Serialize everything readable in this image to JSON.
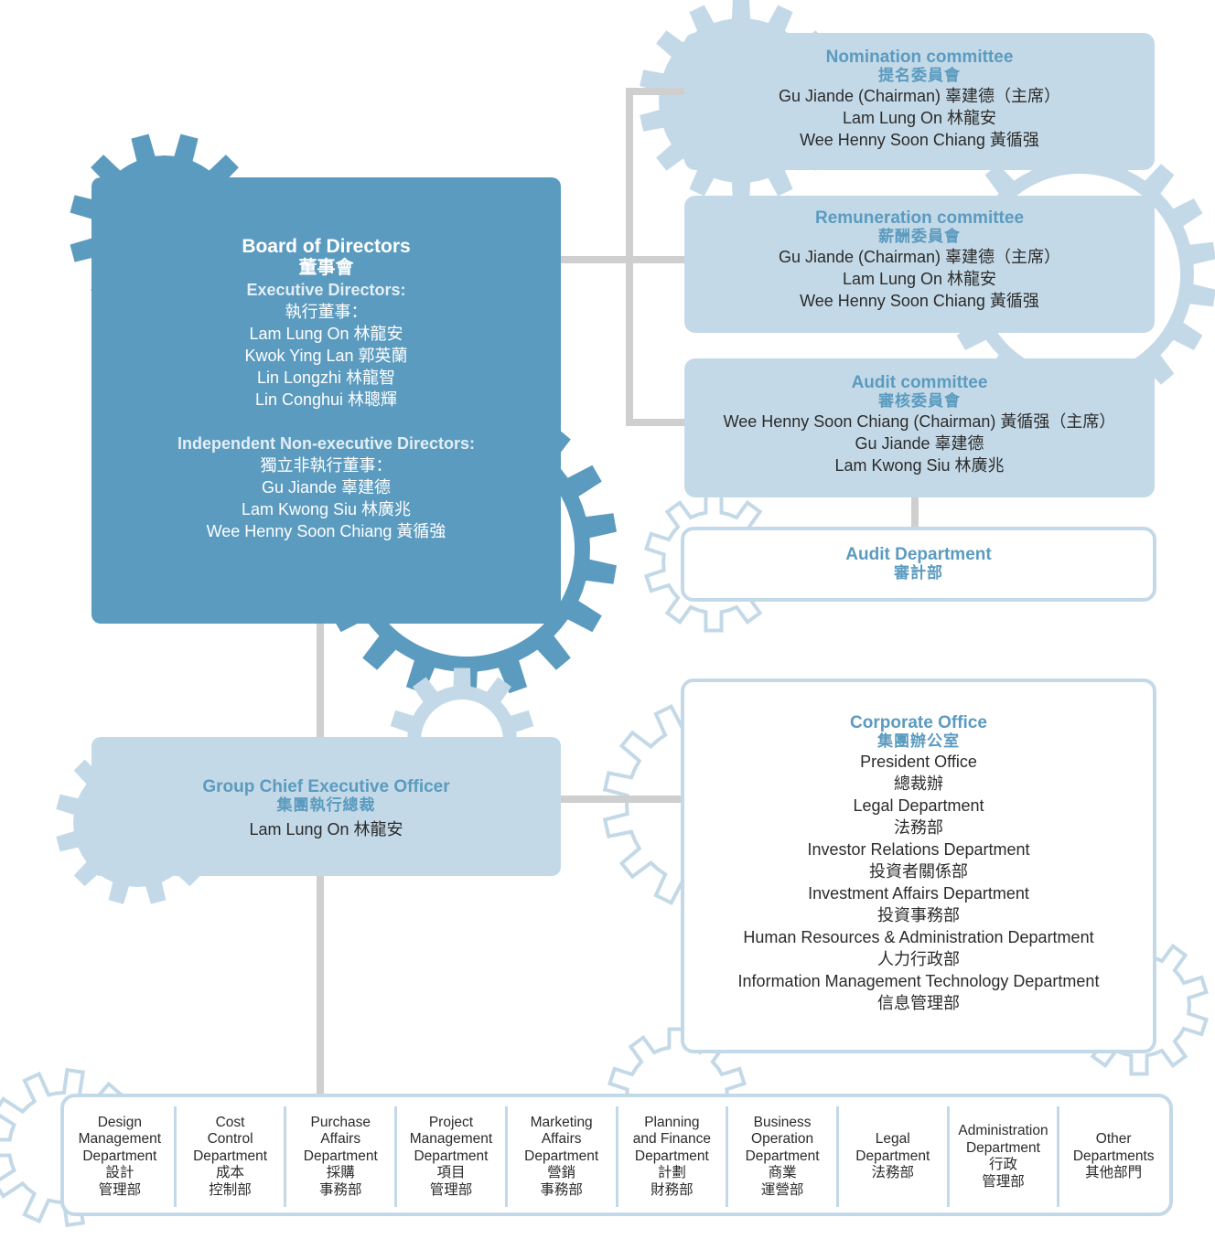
{
  "colors": {
    "dark_blue": "#5b9bbf",
    "light_blue": "#c4d9e7",
    "connector": "#cfcfcf"
  },
  "board": {
    "title": "Board of Directors",
    "title_zh": "董事會",
    "exec_heading": "Executive Directors:",
    "exec_heading_zh": "執行董事：",
    "exec_members": [
      "Lam Lung On 林龍安",
      "Kwok Ying Lan 郭英蘭",
      "Lin Longzhi 林龍智",
      "Lin Conghui 林聰輝"
    ],
    "ined_heading": "Independent Non-executive Directors:",
    "ined_heading_zh": "獨立非執行董事：",
    "ined_members": [
      "Gu Jiande 辜建德",
      "Lam Kwong Siu 林廣兆",
      "Wee Henny Soon Chiang 黃循強"
    ]
  },
  "nomination": {
    "title": "Nomination committee",
    "title_zh": "提名委員會",
    "members": [
      "Gu Jiande (Chairman) 辜建德（主席）",
      "Lam Lung On 林龍安",
      "Wee Henny Soon Chiang 黃循强"
    ]
  },
  "remuneration": {
    "title": "Remuneration committee",
    "title_zh": "薪酬委員會",
    "members": [
      "Gu Jiande (Chairman) 辜建德（主席）",
      "Lam Lung On 林龍安",
      "Wee Henny Soon Chiang 黃循强"
    ]
  },
  "audit_committee": {
    "title": "Audit committee",
    "title_zh": "審核委員會",
    "members": [
      "Wee Henny Soon Chiang (Chairman) 黃循强（主席）",
      "Gu Jiande 辜建德",
      "Lam Kwong Siu 林廣兆"
    ]
  },
  "audit_department": {
    "title": "Audit Department",
    "title_zh": "審計部"
  },
  "ceo": {
    "title": "Group Chief Executive Officer",
    "title_zh": "集團執行總裁",
    "name": "Lam Lung On 林龍安"
  },
  "corporate_office": {
    "title": "Corporate Office",
    "title_zh": "集團辦公室",
    "lines": [
      "President Office",
      "總裁辦",
      "Legal Department",
      "法務部",
      "Investor Relations Department",
      "投資者關係部",
      "Investment Affairs Department",
      "投資事務部",
      "Human Resources & Administration Department",
      "人力行政部",
      "Information Management Technology Department",
      "信息管理部"
    ]
  },
  "departments": [
    [
      "Design",
      "Management",
      "Department",
      "設計",
      "管理部"
    ],
    [
      "Cost",
      "Control",
      "Department",
      "成本",
      "控制部"
    ],
    [
      "Purchase",
      "Affairs",
      "Department",
      "採購",
      "事務部"
    ],
    [
      "Project",
      "Management",
      "Department",
      "項目",
      "管理部"
    ],
    [
      "Marketing",
      "Affairs",
      "Department",
      "營銷",
      "事務部"
    ],
    [
      "Planning",
      "and Finance",
      "Department",
      "計劃",
      "財務部"
    ],
    [
      "Business",
      "Operation",
      "Department",
      "商業",
      "運營部"
    ],
    [
      "Legal",
      "Department",
      "法務部"
    ],
    [
      "Administration",
      "Department",
      "行政",
      "管理部"
    ],
    [
      "Other",
      "Departments",
      "其他部門"
    ]
  ]
}
